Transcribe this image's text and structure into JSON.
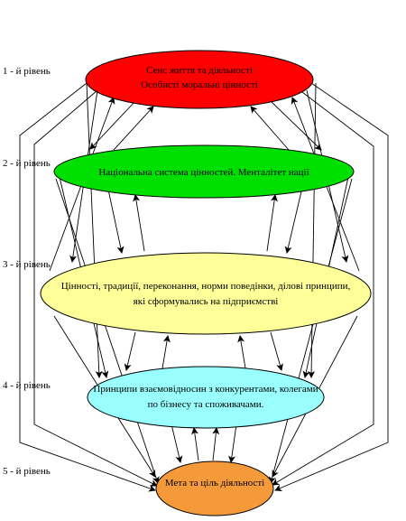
{
  "levels": [
    {
      "label": "1 - й рівень"
    },
    {
      "label": "2 - й рівень"
    },
    {
      "label": "3 - й рівень"
    },
    {
      "label": "4 - й рівень"
    },
    {
      "label": "5 - й рівень"
    }
  ],
  "nodes": [
    {
      "id": "n1",
      "lines": [
        "Сенс життя та діяльності",
        "Особисті моральні цінності"
      ],
      "color": "#ff0000"
    },
    {
      "id": "n2",
      "lines": [
        "Національна система цінностей. Менталітет нації"
      ],
      "color": "#00e000"
    },
    {
      "id": "n3",
      "lines": [
        "Цінності, традиції, переконання, норми поведінки, ділові принципи,",
        "які сформувались на підприємстві"
      ],
      "color": "#ffff99"
    },
    {
      "id": "n4",
      "lines": [
        "Принципи взаємовідносин з конкурентами, колегами",
        "по бізнесу та споживачами."
      ],
      "color": "#99ffff"
    },
    {
      "id": "n5",
      "lines": [
        "Мета та ціль діяльності"
      ],
      "color": "#f59a3a"
    }
  ]
}
